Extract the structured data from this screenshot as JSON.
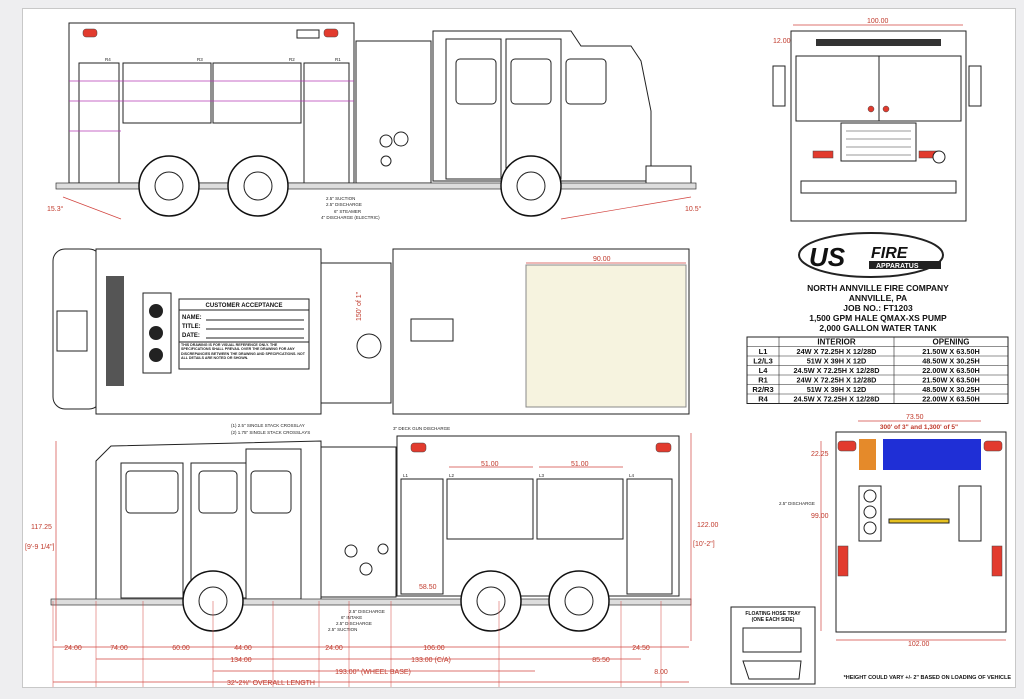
{
  "side_view_right": {
    "compartments": [
      "R4",
      "R3",
      "R2",
      "R1"
    ],
    "dims": {
      "rear_angle": "15.3°",
      "front_angle": "10.5°"
    },
    "callouts": [
      "2.5\" SUCTION",
      "2.5\" DISCHARGE",
      "6\" STEAMER",
      "4\" DISCHARGE (ELECTRIC)"
    ]
  },
  "front_view": {
    "width": "100.00",
    "top": "12.00"
  },
  "top_view": {
    "hose_bed_width": "90.00",
    "booster_label": "150' of 1\"",
    "customer_acceptance": {
      "title": "CUSTOMER ACCEPTANCE",
      "fields": [
        "NAME:",
        "TITLE:",
        "DATE:"
      ],
      "disclaimer": "THIS DRAWING IS FOR VISUAL REFERENCE ONLY. THE SPECIFICATIONS SHALL PREVAIL OVER THE DRAWING FOR ANY DISCREPANCIES BETWEEN THE DRAWING AND SPECIFICATIONS. NOT ALL DETAILS ARE NOTED OR SHOWN."
    }
  },
  "logo": {
    "main": "US",
    "sub": "FIRE",
    "tag": "APPARATUS"
  },
  "job_info": [
    "NORTH ANNVILLE FIRE COMPANY",
    "ANNVILLE, PA",
    "JOB NO.: FT1203",
    "1,500 GPM HALE QMAX-XS PUMP",
    "2,000 GALLON WATER TANK"
  ],
  "compartment_table": {
    "headers": [
      "",
      "INTERIOR",
      "OPENING"
    ],
    "rows": [
      [
        "L1",
        "24W X 72.25H X 12/28D",
        "21.50W X 63.50H"
      ],
      [
        "L2/L3",
        "51W X 39H X 12D",
        "48.50W X 30.25H"
      ],
      [
        "L4",
        "24.5W X 72.25H X 12/28D",
        "22.00W X 63.50H"
      ],
      [
        "R1",
        "24W X 72.25H X 12/28D",
        "21.50W X 63.50H"
      ],
      [
        "R2/R3",
        "51W X 39H X 12D",
        "48.50W X 30.25H"
      ],
      [
        "R4",
        "24.5W X 72.25H X 12/28D",
        "22.00W X 63.50H"
      ]
    ]
  },
  "side_view_left": {
    "compartments": [
      "L1",
      "L2",
      "L3",
      "L4"
    ],
    "callouts_top": [
      "(1) 2.5\" SINGLE STACK CROSSLAY",
      "(2) 1.75\" SINGLE STACK CROSSLAYS",
      "3\" DECK GUN DISCHARGE"
    ],
    "callouts_bottom": [
      "2.5\" DISCHARGE",
      "6\" INTAKE",
      "2.5\" DISCHARGE",
      "2.5\" SUCTION"
    ],
    "dims": {
      "height": "117.25",
      "height_ft": "[9'-9 1/4\"]",
      "body_height": "122.00",
      "body_height_ft": "[10'-2\"]",
      "comp_span_1": "51.00",
      "comp_span_2": "51.00",
      "step": "58.50"
    }
  },
  "rear_view": {
    "width_top": "73.50",
    "hose_load": "300' of 3\" and 1,300' of 5\"",
    "upper": "22.25",
    "lower": "99.00",
    "discharge": "2.5\" DISCHARGE",
    "width_bottom": "102.00"
  },
  "hose_tray": {
    "title": "FLOATING HOSE TRAY",
    "subtitle": "(ONE EACH SIDE)"
  },
  "bottom_dims": {
    "row1": [
      "24.00",
      "74.00",
      "60.00",
      "44.00",
      "24.00",
      "106.00",
      "24.50"
    ],
    "row2": [
      "134.00",
      "133.00 (C/A)",
      "85.50"
    ],
    "wheel_base": "193.00\" (WHEEL BASE)",
    "rear_overhang": "8.00",
    "overall": "32'-2⅜\" OVERALL LENGTH"
  },
  "note": "*HEIGHT COULD VARY +/- 2\" BASED ON LOADING OF VEHICLE"
}
